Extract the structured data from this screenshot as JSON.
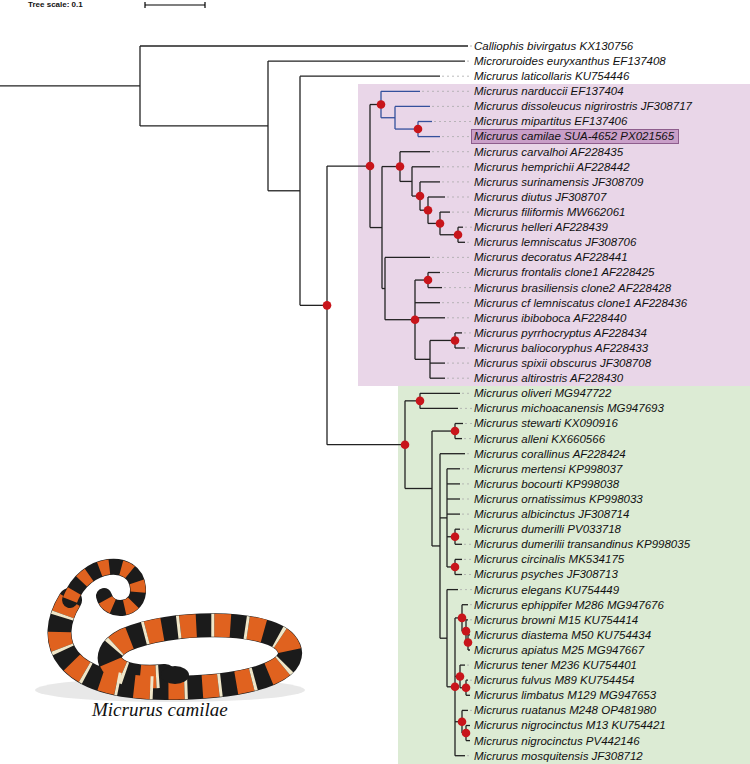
{
  "diagram": {
    "nodes": [
      {
        "text": [
          "Micrurus narduccii EF137404",
          "Micrurus dissoleucus nigrirostris JF308717",
          "Micrurus mipartitus EF137406",
          "Micrurus carvalhoi AF228435",
          "Micrurus hemprichii AF228442",
          "Micrurus surinamensis JF308709",
          "Micrurus diutus JF308707",
          "Micrurus filiformis MW662061",
          "Micrurus helleri AF228439",
          "Micrurus lemniscatus JF308706",
          "Micrurus decoratus AF228441",
          "Micrurus frontalis clone1 AF228425",
          "Micrurus brasiliensis clone2 AF228428",
          "Micrurus cf lemniscatus clone1 AF228436",
          "Micrurus ibiboboca AF228440",
          "Micrurus pyrrhocryptus AF228434",
          "Micrurus baliocoryphus AF228433",
          "Micrurus spixii obscurus JF308708",
          "Micrurus altirostris AF228430"
        ]
      },
      {
        "text": [
          "Micrurus camilae SUA-4652 PX021565"
        ],
        "in": 0
      },
      {
        "text": [
          "Micrurus oliveri MG947722",
          "Micrurus michoacanensis MG947693",
          "Micrurus stewarti KX090916",
          "Micrurus alleni KX660566",
          "Micrurus corallinus AF228424",
          "Micrurus mertensi KP998037",
          "Micrurus bocourti KP998038",
          "Micrurus ornatissimus KP998033",
          "Micrurus albicinctus JF308714",
          "Micrurus dumerilli PV033718",
          "Micrurus dumerilii transandinus KP998035",
          "Micrurus circinalis MK534175",
          "Micrurus psyches JF308713",
          "Micrurus elegans KU754449",
          "Micrurus ephippifer M286 MG947676",
          "Micrurus browni M15 KU754414",
          "Micrurus diastema M50 KU754434",
          "Micrurus apiatus M25 MG947667",
          "Micrurus tener M236 KU754401",
          "Micrurus fulvus M89 KU754454",
          "Micrurus limbatus M129 MG947653",
          "Micrurus ruatanus M248 OP481980",
          "Micrurus nigrocinctus M13 KU754421",
          "Micrurus nigrocinctus PV442146",
          "Micrurus mosquitensis JF308712"
        ]
      }
    ],
    "labels": [
      "Tree scale: 0.1",
      "Calliophis bivirgatus KX130756",
      "Microruroides euryxanthus EF137408",
      "Micrurus laticollaris KU754446",
      "Micrurus camilae"
    ]
  }
}
